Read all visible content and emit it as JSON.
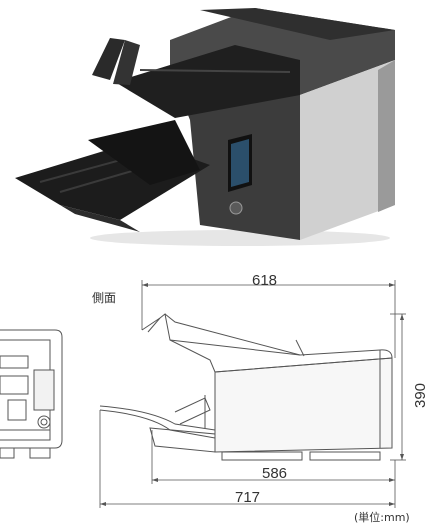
{
  "views": {
    "side_label": "側面"
  },
  "dimensions": {
    "depth_top": "618",
    "depth_body": "586",
    "depth_total": "717",
    "height": "390"
  },
  "unit_note": "(単位:mm)",
  "colors": {
    "body_dark": "#3a3a3a",
    "body_silver": "#c9c9c9",
    "tray_black": "#1c1c1c",
    "line": "#555555",
    "text": "#333333"
  }
}
